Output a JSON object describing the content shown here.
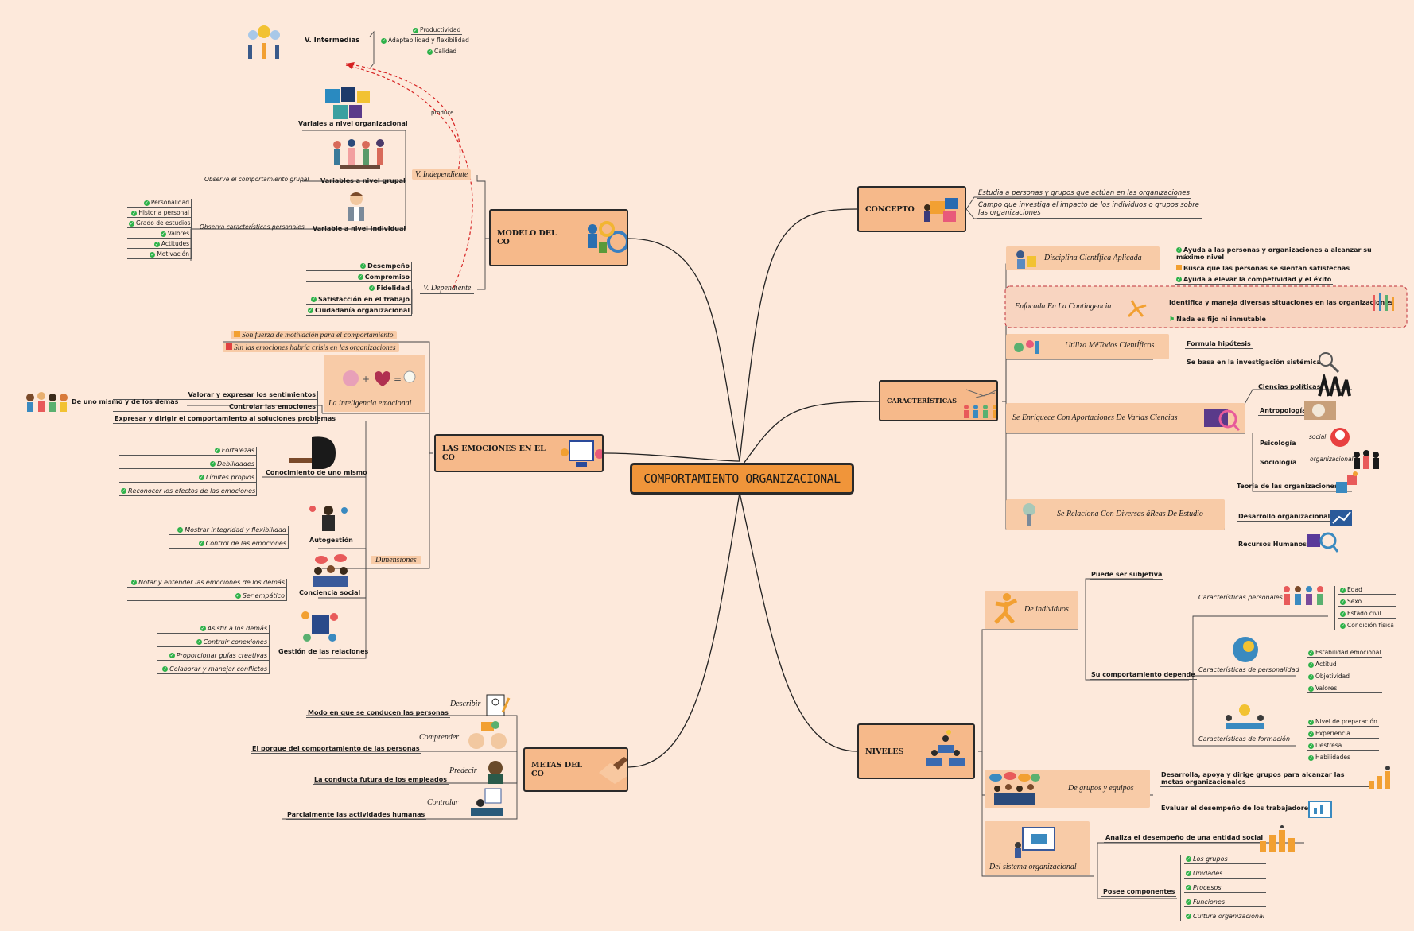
{
  "central": "COMPORTAMIENTO ORGANIZACIONAL",
  "modelo": {
    "title": "MODELO DEL CO",
    "intermedias": {
      "label": "V. Intermedias",
      "items": [
        "Productividad",
        "Adaptabilidad y flexibilidad",
        "Calidad"
      ]
    },
    "produce": "produce",
    "independiente": {
      "label": "V. Independiente",
      "organizacional": "Variales a nivel organizacional",
      "grupal": "Variables a nivel grupal",
      "grupal_note": "Observe el comportamiento grupal",
      "individual": "Variable a nivel individual",
      "individual_note": "Observa características personales",
      "individual_items": [
        "Personalidad",
        "Historia personal",
        "Grado de estudios",
        "Valores",
        "Actitudes",
        "Motivación"
      ]
    },
    "dependiente": {
      "label": "V. Dependiente",
      "items": [
        "Desempeño",
        "Compromiso",
        "Fidelidad",
        "Satisfacción en el trabajo",
        "Ciudadanía organizacional"
      ]
    }
  },
  "emociones": {
    "title": "LAS EMOCIONES EN EL CO",
    "fuerza": "Son fuerza de motivación para el comportamiento",
    "crisis": "Sin las emociones habría crisis en las organizaciones",
    "inteligencia": {
      "label": "La inteligencia emocional",
      "items": [
        "Valorar y expresar los sentimientos",
        "Controlar las emociones",
        "Expresar y dirigir el comportamiento al soluciones problemas"
      ],
      "side": "De uno mismo y de los demas"
    },
    "dimensiones": {
      "label": "Dimensiones",
      "groups": [
        {
          "name": "Conocimiento de uno mismo",
          "items": [
            "Fortalezas",
            "Debilidades",
            "Límites propios",
            "Reconocer los efectos de las emociones"
          ]
        },
        {
          "name": "Autogestión",
          "items": [
            "Mostrar integridad y flexibilidad",
            "Control de las emociones"
          ]
        },
        {
          "name": "Conciencia social",
          "items": [
            "Notar y entender las emociones de los demás",
            "Ser empático"
          ]
        },
        {
          "name": "Gestión de las relaciones",
          "items": [
            "Asistir a los demás",
            "Contruir conexiones",
            "Proporcionar guías creativas",
            "Colaborar y manejar conflictos"
          ]
        }
      ]
    }
  },
  "metas": {
    "title": "METAS DEL CO",
    "items": [
      {
        "verb": "Describir",
        "text": "Modo en que se conducen las personas"
      },
      {
        "verb": "Comprender",
        "text": "El porque del comportamiento de las personas"
      },
      {
        "verb": "Predecir",
        "text": "La conducta futura de los empleados"
      },
      {
        "verb": "Controlar",
        "text": "Parcialmente las actividades humanas"
      }
    ]
  },
  "concepto": {
    "title": "CONCEPTO",
    "items": [
      "Estudia a personas y grupos que actúan en las organizaciones",
      "Campo que investiga el impacto de los individuos o grupos sobre las organizaciones"
    ]
  },
  "caracteristicas": {
    "title": "CARACTERÍSTICAS",
    "disciplina": {
      "label": "Disciplina CientÍfica Aplicada",
      "items": [
        "Ayuda a las personas y organizaciones a alcanzar su máximo nivel",
        "Busca que las personas se sientan satisfechas",
        "Ayuda a elevar la competividad y el éxito"
      ]
    },
    "contingencia": {
      "label": "Enfocada En La Contingencia",
      "items": [
        "Identifica y maneja diversas situaciones en las organizaciones",
        "Nada es fijo ni inmutable"
      ]
    },
    "metodos": {
      "label": "Utiliza MéTodos CientÍficos",
      "items": [
        "Formula hipótesis",
        "Se basa en la investigación sistémica"
      ]
    },
    "ciencias": {
      "label": "Se Enriquece Con Aportaciones De Varias Ciencias",
      "items": [
        "Ciencias políticas",
        "Antropología",
        "Psicología",
        "Sociología"
      ],
      "psico_note": "social",
      "socio_note": "organizacional"
    },
    "areas": {
      "label": "Se Relaciona Con Diversas áReas De Estudio",
      "items": [
        "Teoría de las organizaciones",
        "Desarrollo organizacional",
        "Recursos Humanos"
      ]
    }
  },
  "niveles": {
    "title": "NIVELES",
    "individuos": {
      "label": "De individuos",
      "subjetiva": "Puede ser subjetiva",
      "depende": "Su comportamiento depende",
      "personales": {
        "label": "Características personales",
        "items": [
          "Edad",
          "Sexo",
          "Estado civil",
          "Condición física"
        ]
      },
      "personalidad": {
        "label": "Características de personalidad",
        "items": [
          "Estabilidad emocional",
          "Actitud",
          "Objetividad",
          "Valores"
        ]
      },
      "formacion": {
        "label": "Características de formación",
        "items": [
          "Nivel de preparación",
          "Experiencia",
          "Destresa",
          "Habilidades"
        ]
      }
    },
    "grupos": {
      "label": "De grupos y equipos",
      "items": [
        "Desarrolla, apoya y dirige grupos para alcanzar las metas organizacionales",
        "Evaluar el desempeño de los trabajadores"
      ]
    },
    "sistema": {
      "label": "Del sistema organizacional",
      "analiza": "Analiza  el desempeño de una entidad social",
      "posee": "Posee componentes",
      "items": [
        "Los grupos",
        "Unidades",
        "Procesos",
        "Funciones",
        "Cultura organizacional"
      ]
    }
  },
  "colors": {
    "central": "#f0953a",
    "main": "#f6b98a",
    "background": "#fde9db",
    "check": "#2fb24a",
    "relation": "#d62020"
  }
}
